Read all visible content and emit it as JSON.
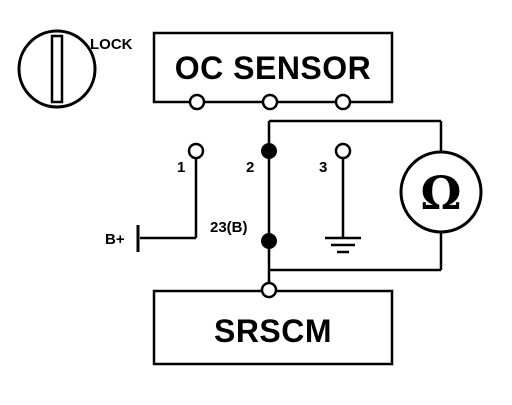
{
  "diagram": {
    "lock_label": "LOCK",
    "oc_sensor_label": "OC SENSOR",
    "srscm_label": "SRSCM",
    "battery_label": "B+",
    "terminal_1_label": "1",
    "terminal_2_label": "2",
    "terminal_3_label": "3",
    "connector_label": "23(B)",
    "meter_symbol": "Ω"
  },
  "icons": {
    "ignition": "ignition-lock-icon",
    "ground": "ground-icon",
    "ohmmeter": "ohmmeter-icon"
  },
  "colors": {
    "line": "#000000",
    "background": "#ffffff"
  }
}
